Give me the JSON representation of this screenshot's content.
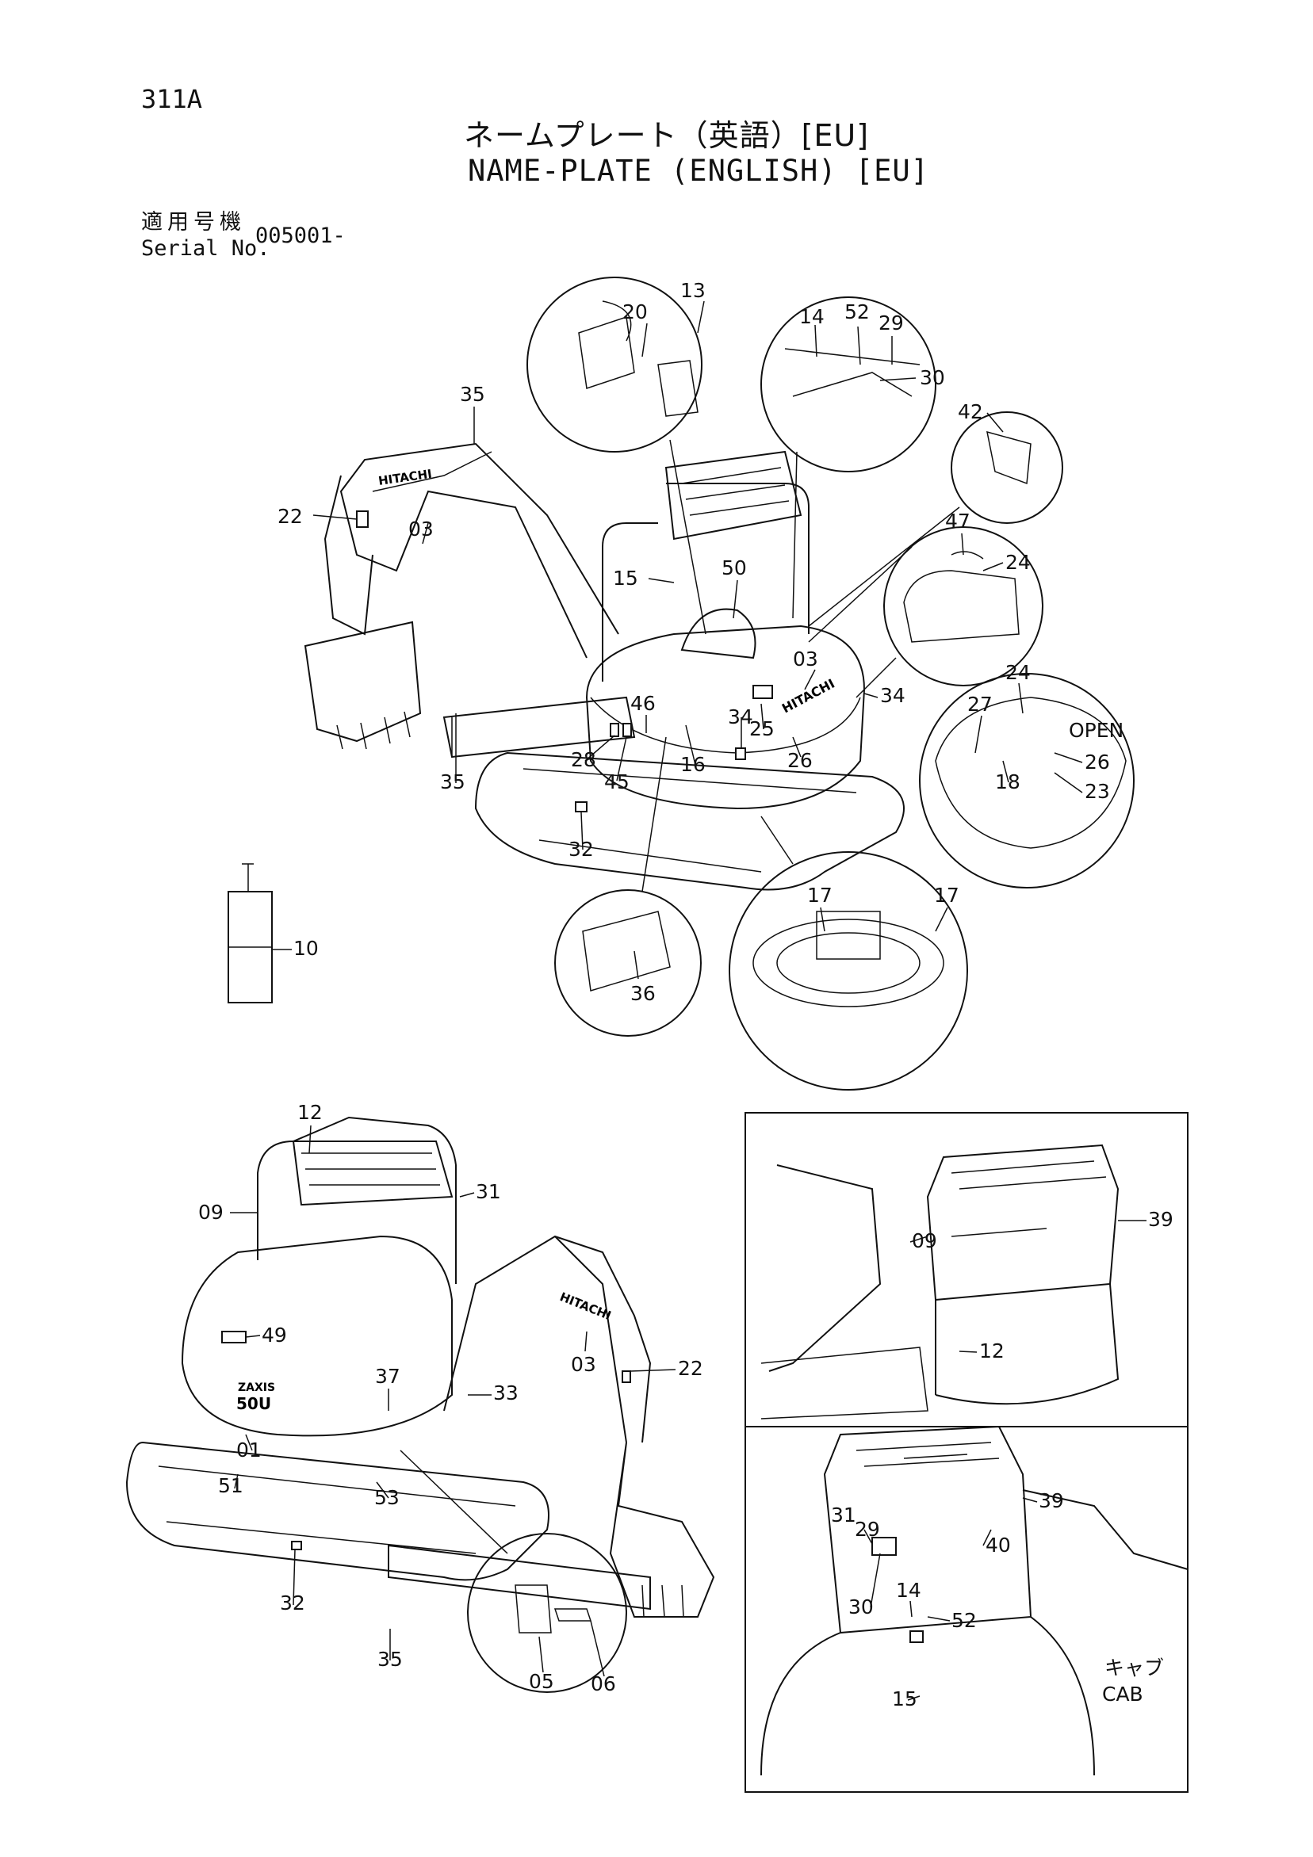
{
  "header": {
    "page_code": "311A",
    "title_jp": "ネームプレート（英語）[EU]",
    "title_en": "NAME-PLATE (ENGLISH) [EU]",
    "serial_label_jp": "適用号機",
    "serial_label_en": "Serial No.",
    "serial_value": "005001-"
  },
  "callouts": {
    "top_view": [
      "13",
      "20",
      "14",
      "52",
      "29",
      "30",
      "35",
      "42",
      "22",
      "03",
      "47",
      "24",
      "15",
      "50",
      "03",
      "34",
      "46",
      "25",
      "34",
      "24",
      "27",
      "28",
      "16",
      "26",
      "26",
      "18",
      "23",
      "35",
      "45",
      "32",
      "17",
      "17",
      "36",
      "10"
    ],
    "bottom_left": [
      "12",
      "31",
      "09",
      "49",
      "03",
      "37",
      "22",
      "33",
      "01",
      "51",
      "53",
      "32",
      "35",
      "05",
      "06"
    ],
    "bottom_right_top": [
      "09",
      "39",
      "12"
    ],
    "bottom_right_cab": [
      "39",
      "31",
      "29",
      "40",
      "14",
      "30",
      "52",
      "15"
    ]
  },
  "labels": {
    "open": "OPEN",
    "cab_jp": "キャブ",
    "cab_en": "CAB"
  }
}
